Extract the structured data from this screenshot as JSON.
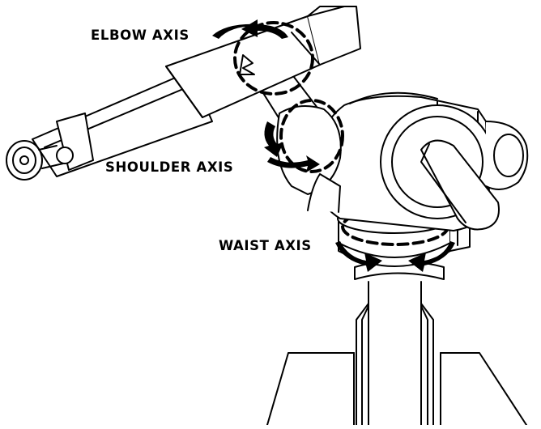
{
  "labels": {
    "elbow": "ELBOW AXIS",
    "shoulder": "SHOULDER AXIS",
    "waist": "WAIST AXIS"
  },
  "colors": {
    "ink": "#000000",
    "paper": "#ffffff"
  },
  "icons": {
    "rotation_arrow": "curved-arrow-icon",
    "axis_ring": "dashed-rotation-circle"
  }
}
